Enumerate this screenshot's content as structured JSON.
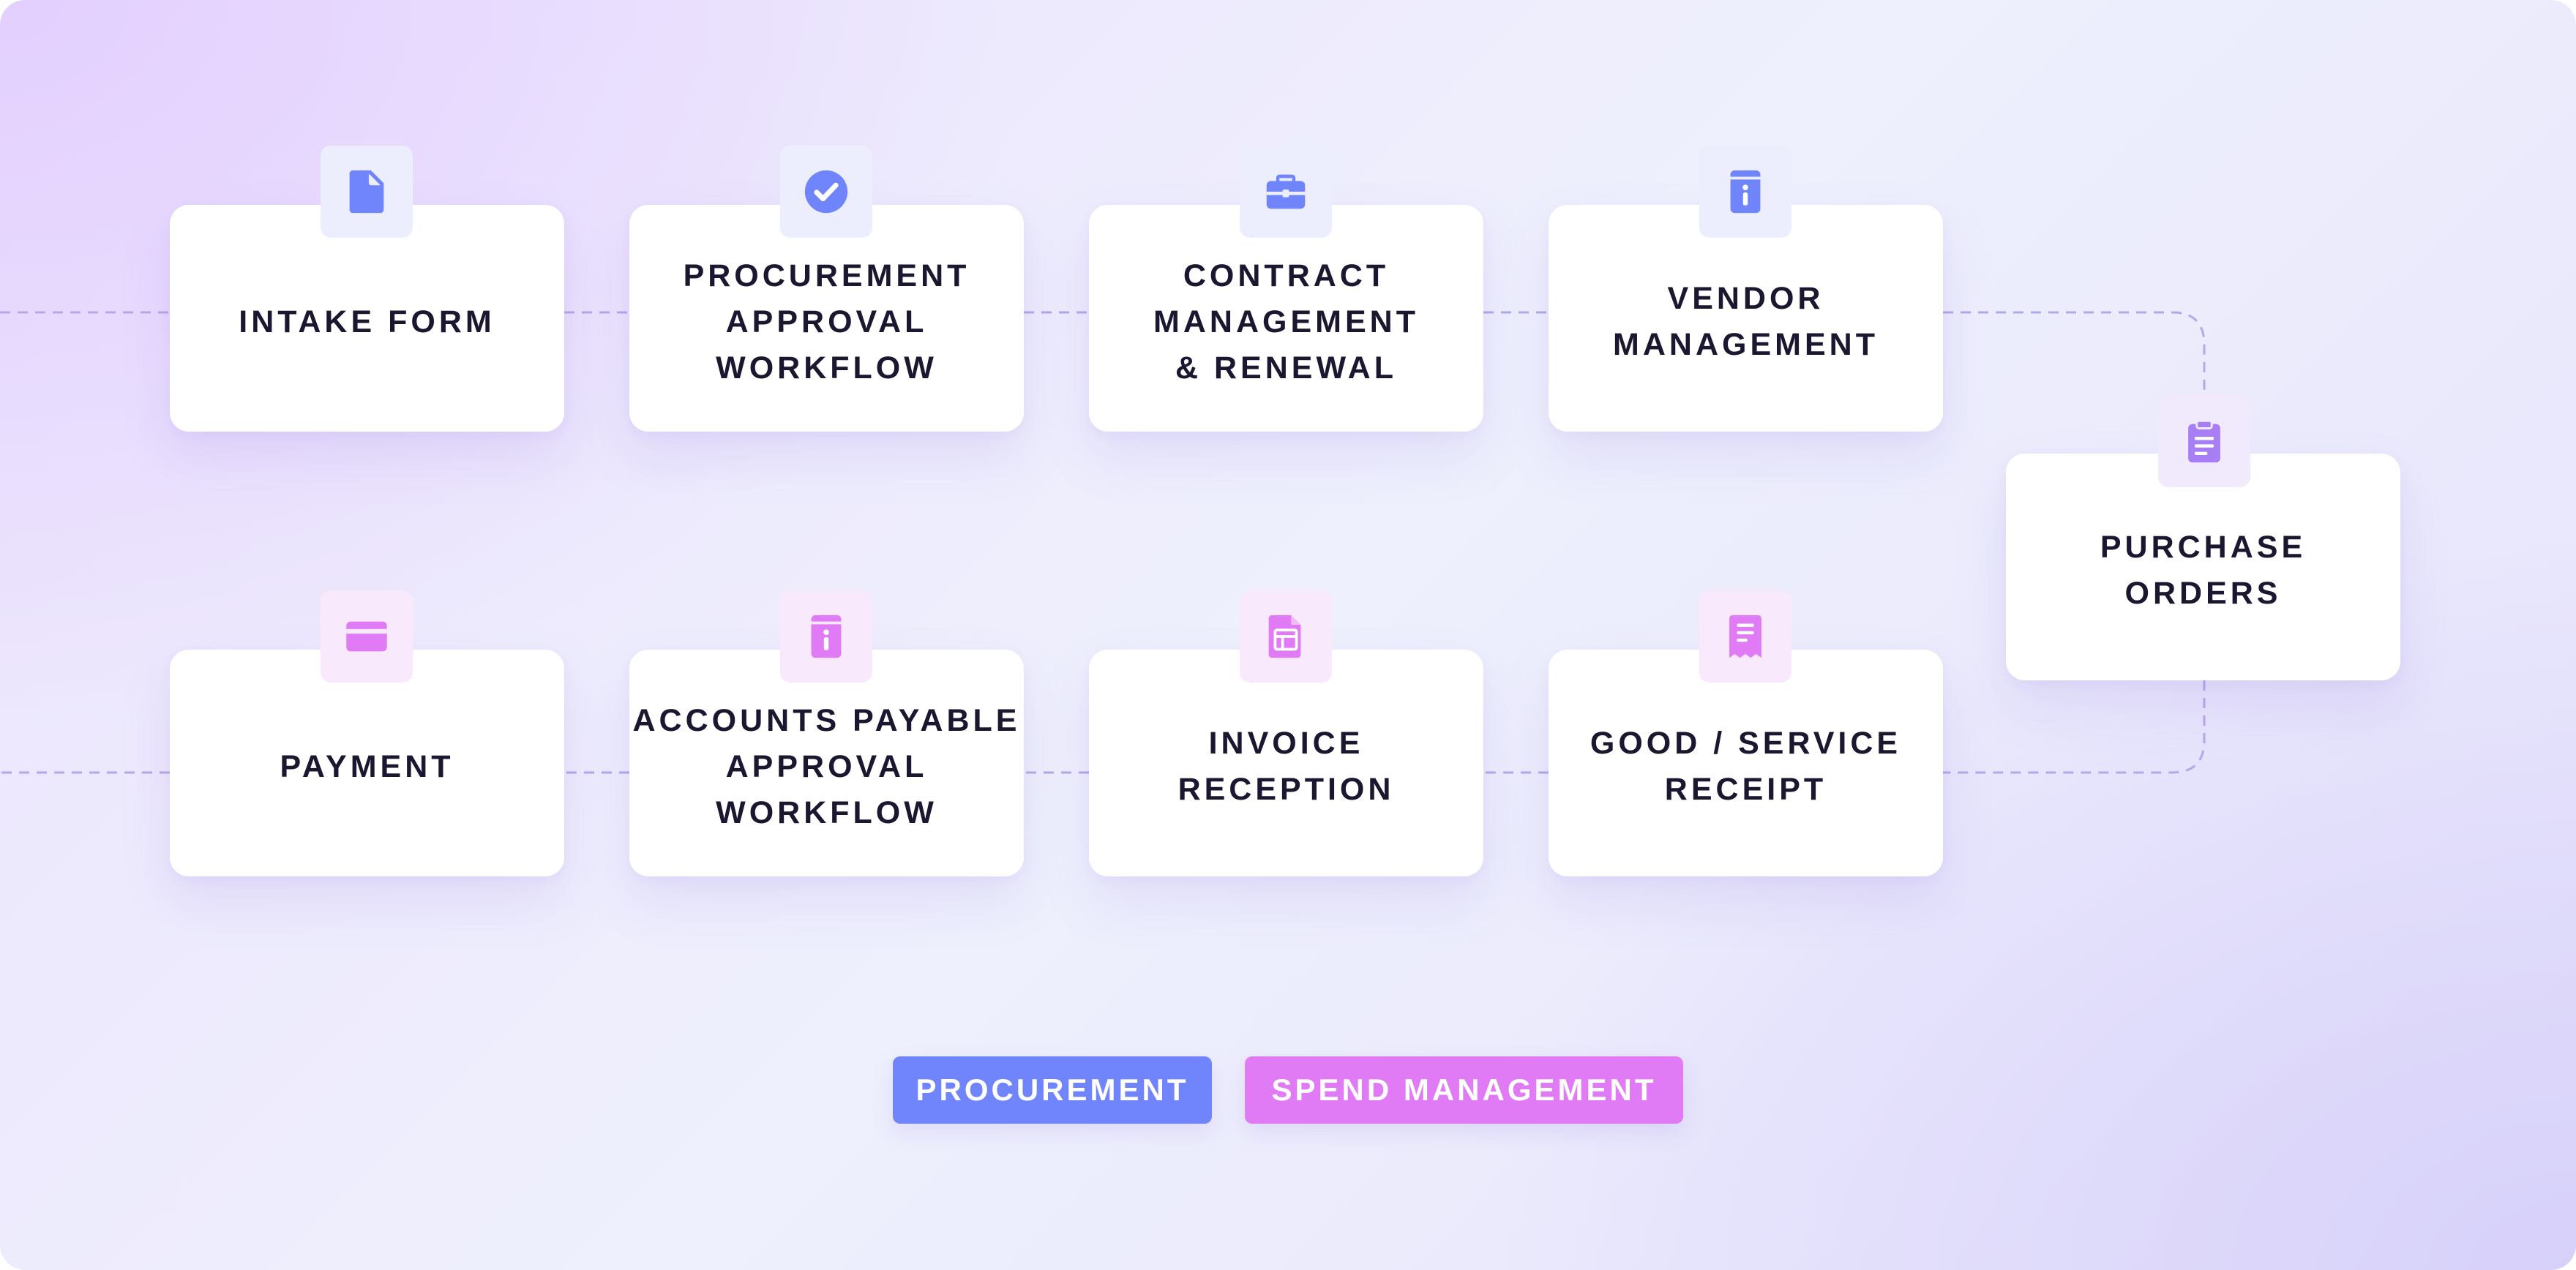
{
  "colors": {
    "procurement": "#7084fb",
    "spend_management": "#e07bf5",
    "purchase_orders_icon": "#a77ef5",
    "connector": "#b6a6ec",
    "label_text": "#1c1730"
  },
  "steps": {
    "intake_form": {
      "label": "INTAKE FORM",
      "icon": "document-icon",
      "category": "procurement"
    },
    "procurement_approval": {
      "label": "PROCUREMENT\nAPPROVAL\nWORKFLOW",
      "icon": "check-circle-icon",
      "category": "procurement"
    },
    "contract_management": {
      "label": "CONTRACT\nMANAGEMENT\n& RENEWAL",
      "icon": "briefcase-icon",
      "category": "procurement"
    },
    "vendor_management": {
      "label": "VENDOR\nMANAGEMENT",
      "icon": "info-book-icon",
      "category": "procurement"
    },
    "purchase_orders": {
      "label": "PURCHASE\nORDERS",
      "icon": "clipboard-icon",
      "category": "procurement"
    },
    "good_service_receipt": {
      "label": "GOOD / SERVICE\nRECEIPT",
      "icon": "receipt-icon",
      "category": "spend_management"
    },
    "invoice_reception": {
      "label": "INVOICE\nRECEPTION",
      "icon": "invoice-icon",
      "category": "spend_management"
    },
    "ap_approval": {
      "label": "ACCOUNTS PAYABLE\nAPPROVAL\nWORKFLOW",
      "icon": "info-book-icon",
      "category": "spend_management"
    },
    "payment": {
      "label": "PAYMENT",
      "icon": "credit-card-icon",
      "category": "spend_management"
    }
  },
  "legend": {
    "procurement": "PROCUREMENT",
    "spend_management": "SPEND MANAGEMENT"
  }
}
